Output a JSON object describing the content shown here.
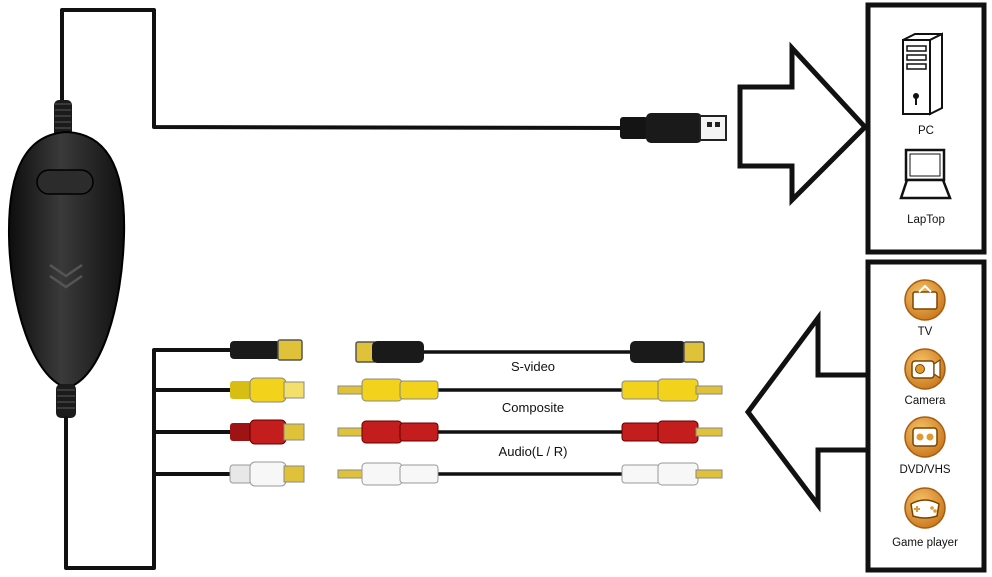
{
  "cable_labels": {
    "svideo": "S-video",
    "composite": "Composite",
    "audio": "Audio(L / R)"
  },
  "targets": [
    {
      "label": "PC",
      "icon": "pc-tower-icon"
    },
    {
      "label": "LapTop",
      "icon": "laptop-icon"
    }
  ],
  "sources": [
    {
      "label": "TV",
      "icon": "tv-icon"
    },
    {
      "label": "Camera",
      "icon": "camera-icon"
    },
    {
      "label": "DVD/VHS",
      "icon": "dvd-vhs-icon"
    },
    {
      "label": "Game player",
      "icon": "game-player-icon"
    }
  ],
  "colors": {
    "svideo_plug": "#1a1a1a",
    "composite_plug": "#f2d21a",
    "audio_left_plug": "#c41d1d",
    "audio_right_plug": "#f4f4f4",
    "source_icon_bg": "#e39a2d"
  }
}
